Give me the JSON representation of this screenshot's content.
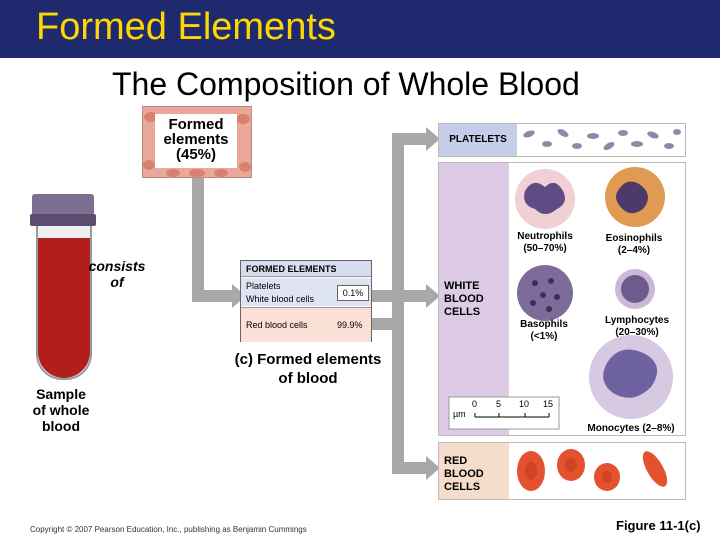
{
  "header": {
    "title": "Formed Elements"
  },
  "subtitle": "The Composition of Whole Blood",
  "formed_box": {
    "line1": "Formed",
    "line2": "elements",
    "line3": "(45%)"
  },
  "tube": {
    "consists_line1": "consists",
    "consists_line2": "of",
    "sample_line1": "Sample",
    "sample_line2": "of whole",
    "sample_line3": "blood"
  },
  "table": {
    "header": "FORMED ELEMENTS",
    "row1": "Platelets",
    "row2": "White blood cells",
    "row12_value": "0.1%",
    "row3": "Red blood cells",
    "row3_value": "99.9%"
  },
  "caption": {
    "line1": "(c) Formed elements",
    "line2": "of blood"
  },
  "platelets": {
    "label": "PLATELETS"
  },
  "wbc": {
    "label_line1": "WHITE",
    "label_line2": "BLOOD",
    "label_line3": "CELLS",
    "neutrophils": "Neutrophils",
    "neutrophils_pct": "(50–70%)",
    "eosinophils": "Eosinophils",
    "eosinophils_pct": "(2–4%)",
    "basophils": "Basophils",
    "basophils_pct": "(<1%)",
    "lymphocytes": "Lymphocytes",
    "lymphocytes_pct": "(20–30%)",
    "monocytes": "Monocytes (2–8%)",
    "scale_unit": "µm",
    "scale_ticks": [
      "0",
      "5",
      "10",
      "15"
    ]
  },
  "rbc": {
    "label_line1": "RED",
    "label_line2": "BLOOD",
    "label_line3": "CELLS"
  },
  "footer": {
    "copyright": "Copyright © 2007 Pearson Education, Inc., publishing as Benjamin Cummings",
    "figure": "Figure 11-1(c)"
  }
}
